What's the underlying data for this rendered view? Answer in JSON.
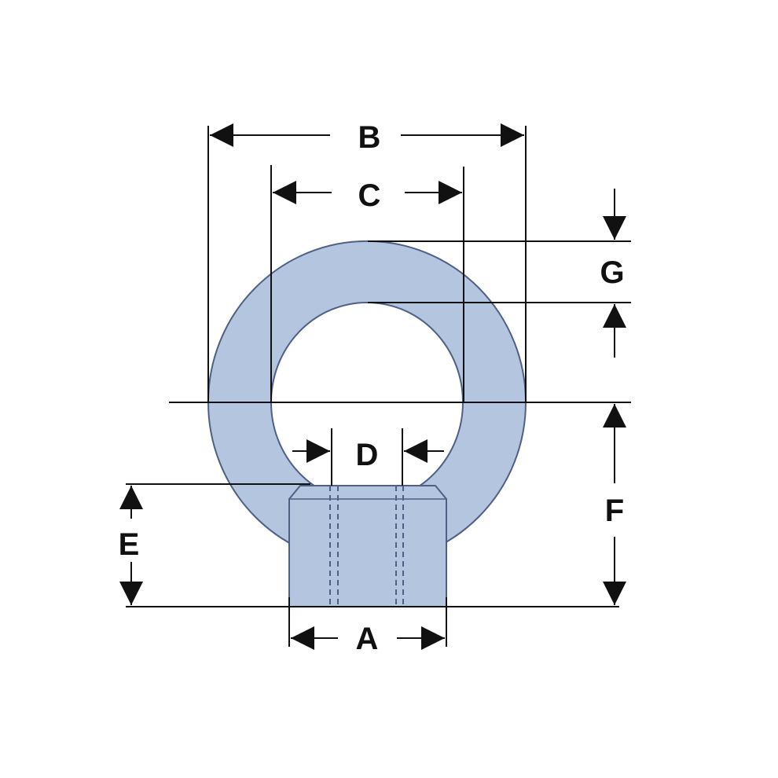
{
  "diagram": {
    "labels": {
      "a": "A",
      "b": "B",
      "c": "C",
      "d": "D",
      "e": "E",
      "f": "F",
      "g": "G"
    },
    "colors": {
      "part_fill": "#b4c5df",
      "part_outline": "#4f5f86",
      "line": "#111111",
      "background": "#ffffff"
    }
  }
}
